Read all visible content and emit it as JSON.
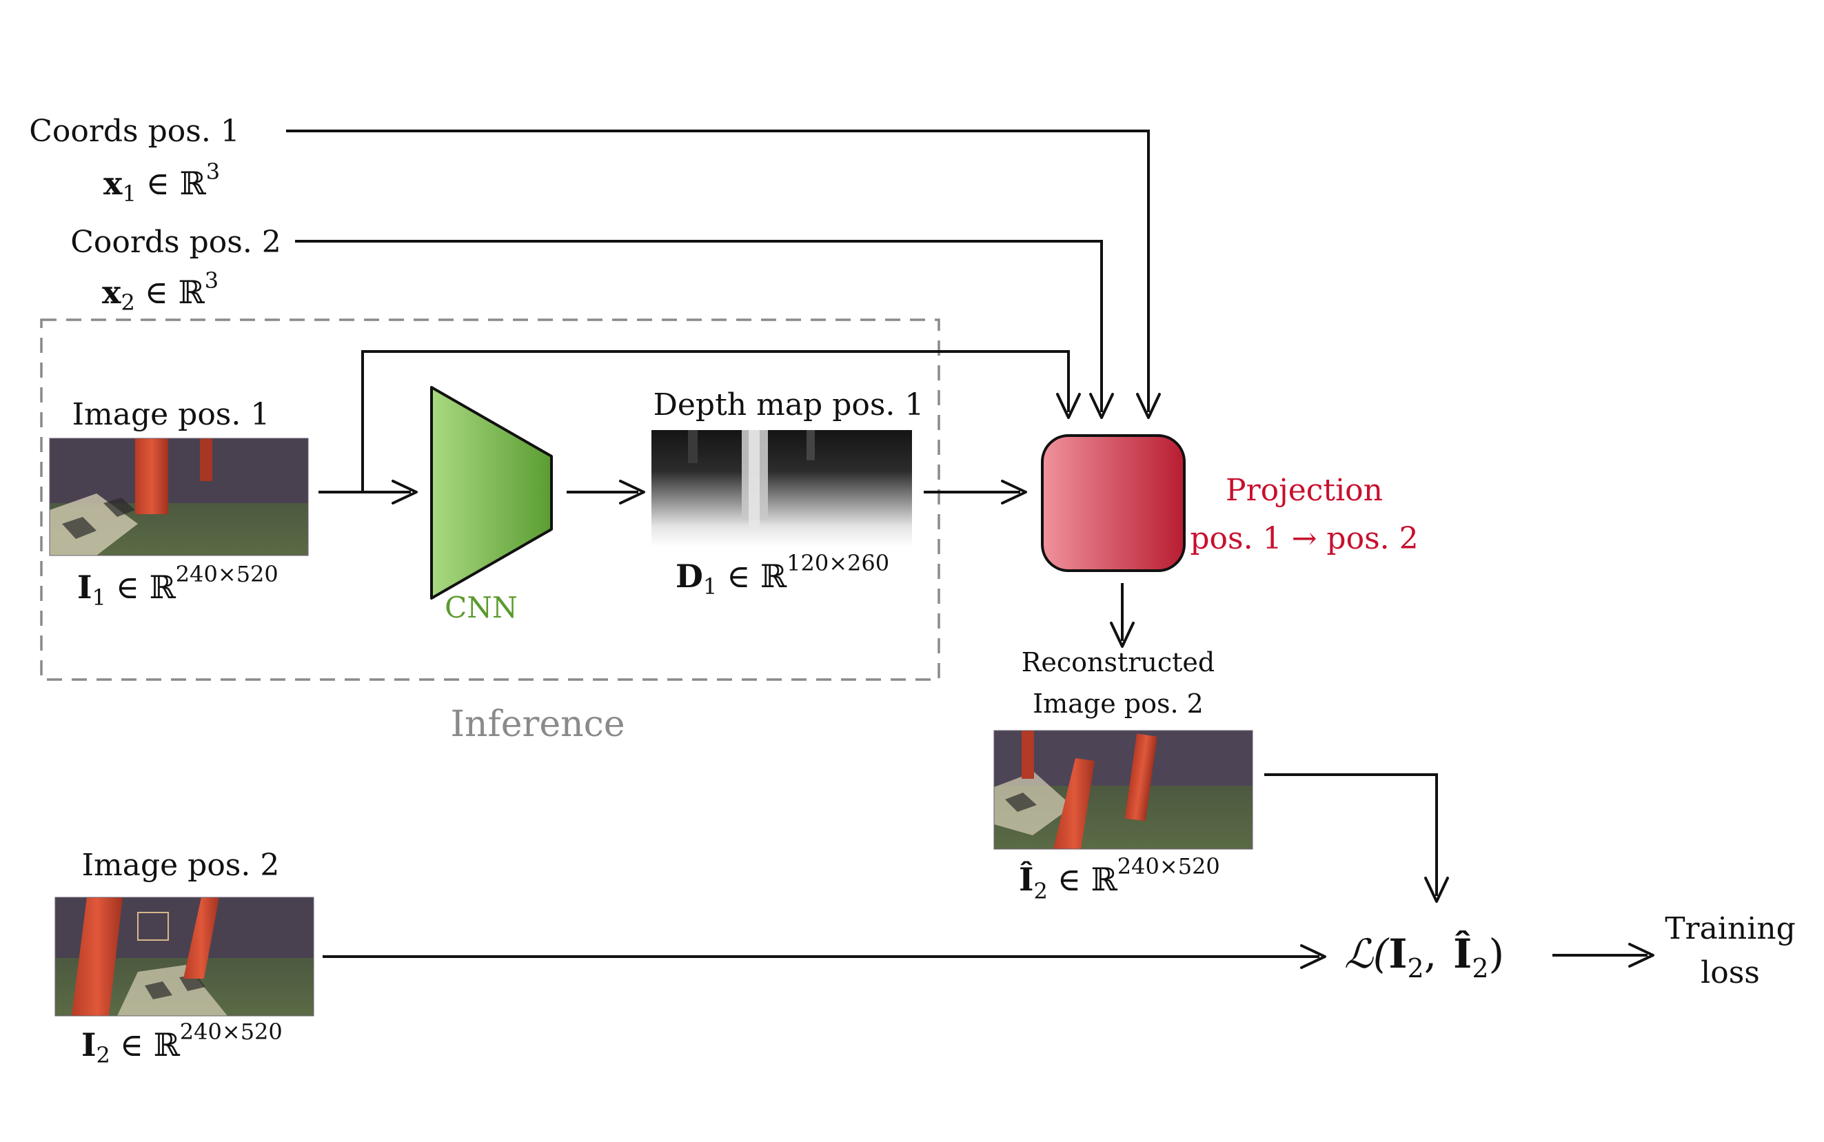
{
  "colors": {
    "ink": "#111111",
    "cnn_green": "#5a9a2e",
    "cnn_fill_light": "#a6d67e",
    "cnn_fill_dark": "#5fa035",
    "projection_red": "#c8102e",
    "projection_fill_light": "#ef8e98",
    "projection_fill_dark": "#bb1f33",
    "inference_gray": "#8a8a8a"
  },
  "inputs": {
    "coords1": {
      "label": "Coords pos. 1",
      "sym": "x",
      "sub": "1",
      "set": "∈ ℝ",
      "sup": "3"
    },
    "coords2": {
      "label": "Coords pos. 2",
      "sym": "x",
      "sub": "2",
      "set": "∈ ℝ",
      "sup": "3"
    }
  },
  "inference": {
    "label": "Inference",
    "image1": {
      "label": "Image pos. 1",
      "sym": "I",
      "sub": "1",
      "set": "∈ ℝ",
      "sup": "240×520"
    },
    "cnn": {
      "label": "CNN"
    },
    "depth": {
      "label": "Depth map pos. 1",
      "sym": "D",
      "sub": "1",
      "set": "∈ ℝ",
      "sup": "120×260"
    }
  },
  "projection": {
    "line1": "Projection",
    "line2": "pos. 1 → pos. 2"
  },
  "reconstructed": {
    "line1": "Reconstructed",
    "line2": "Image pos. 2",
    "sym": "Î",
    "sub": "2",
    "set": "∈ ℝ",
    "sup": "240×520"
  },
  "image2": {
    "label": "Image pos. 2",
    "sym": "I",
    "sub": "2",
    "set": "∈ ℝ",
    "sup": "240×520"
  },
  "loss": {
    "func": "ℒ(",
    "a": "I",
    "a_sub": "2",
    "sep": ",",
    "b": "Î",
    "b_sub": "2",
    "close": ")"
  },
  "output": {
    "line1": "Training",
    "line2": "loss"
  }
}
